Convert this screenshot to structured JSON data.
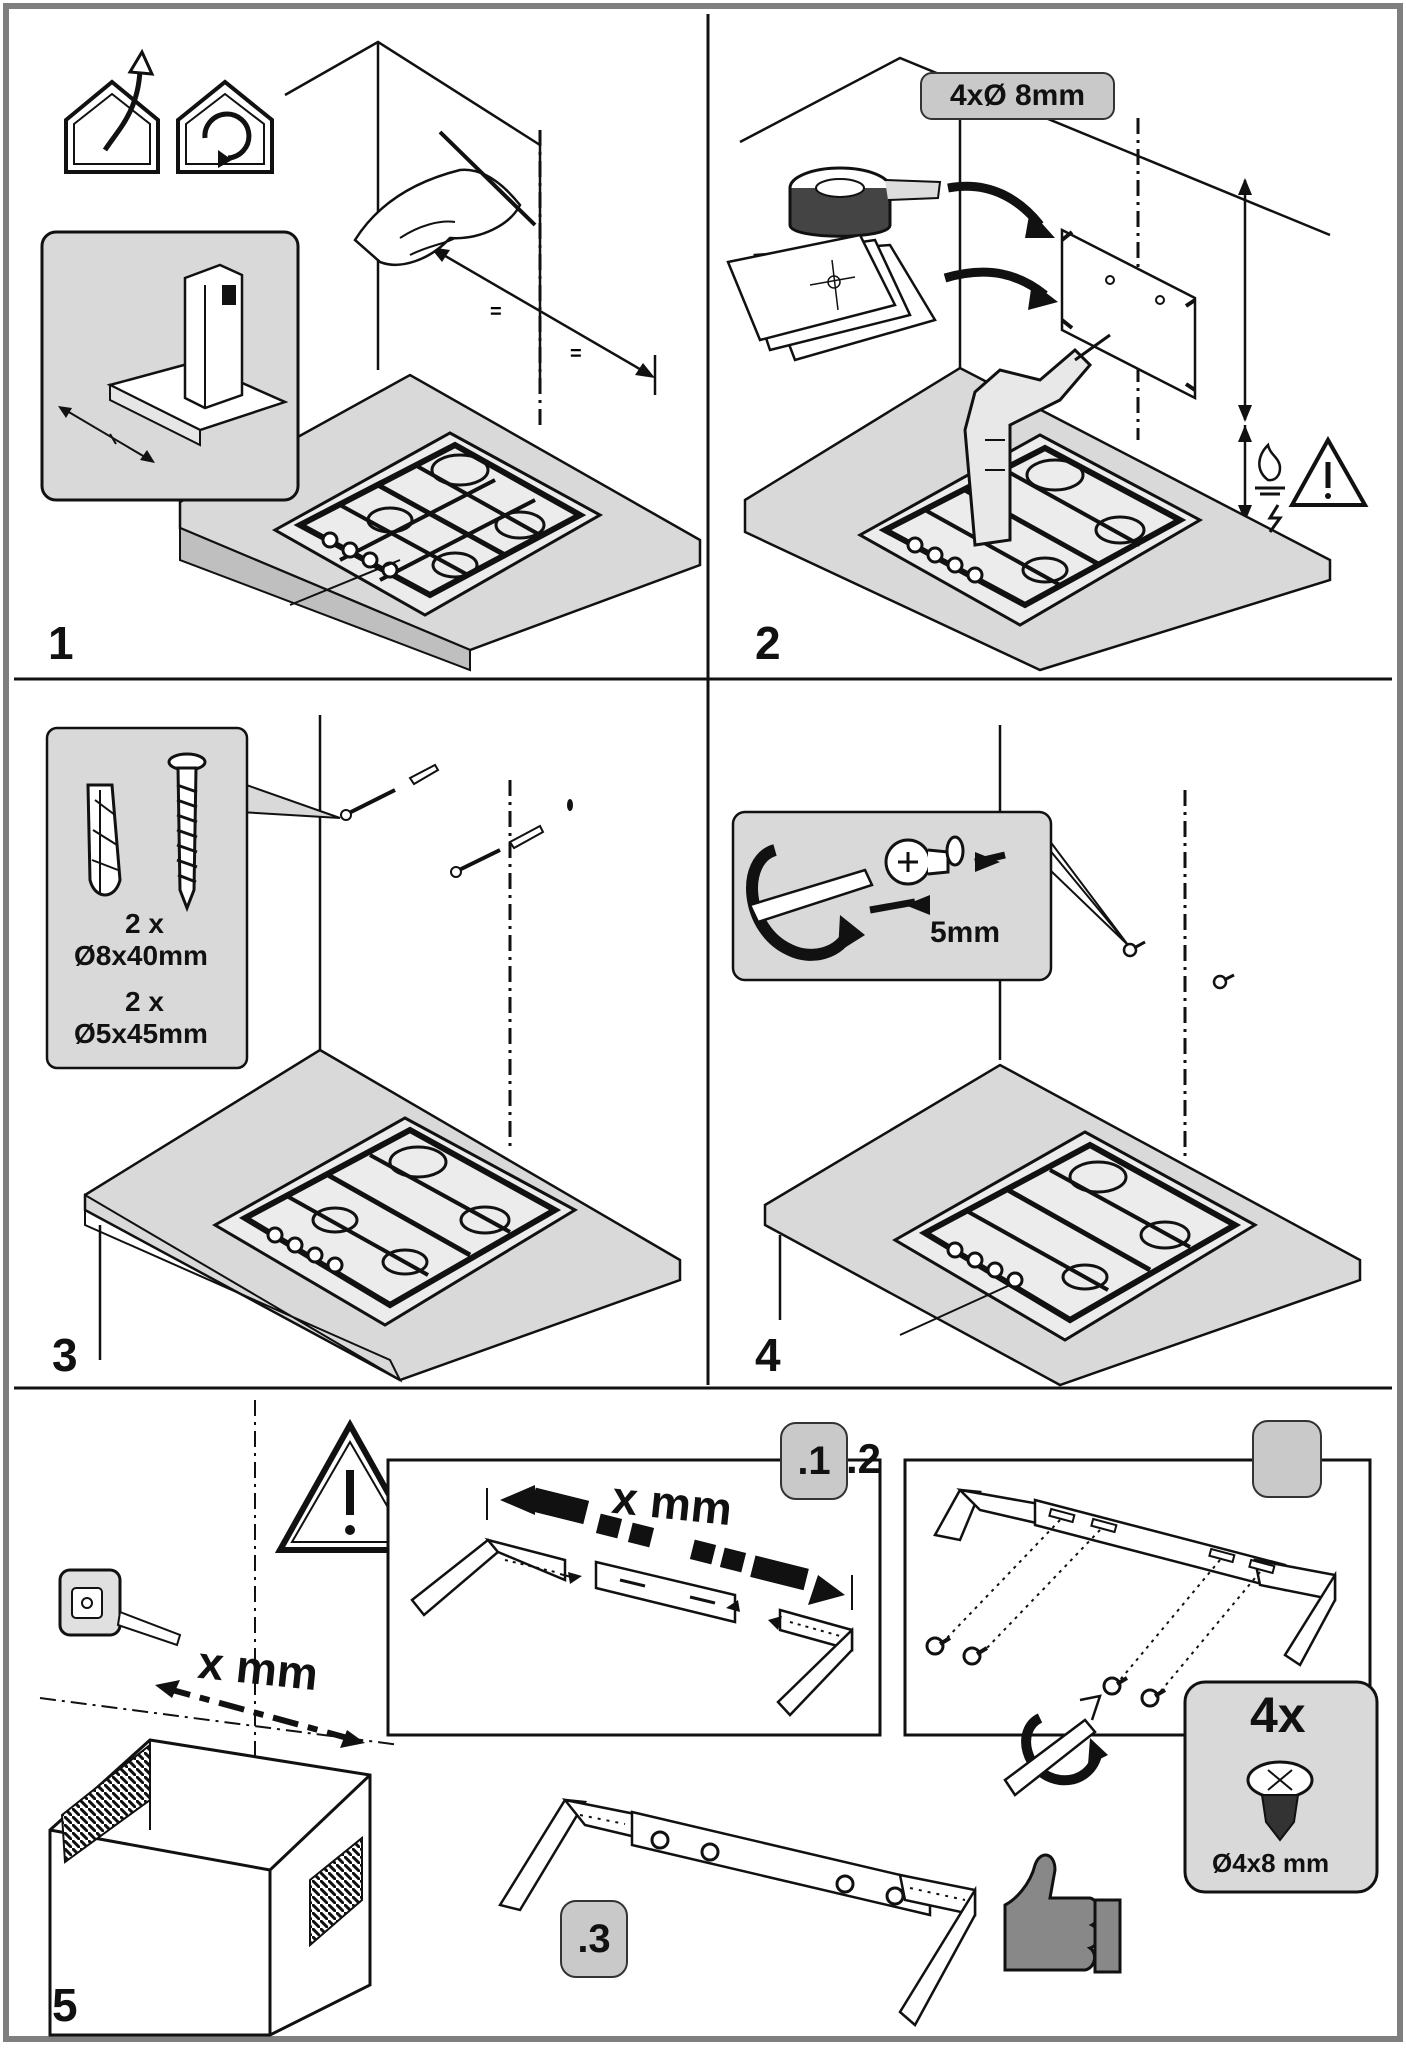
{
  "steps": [
    "1",
    "2",
    "3",
    "4",
    "5"
  ],
  "panel2": {
    "drill_spec": "4xØ 8mm"
  },
  "panel3": {
    "plug_qty": "2 x",
    "plug_size": "Ø8x40mm",
    "screw_qty": "2 x",
    "screw_size": "Ø5x45mm"
  },
  "panel4": {
    "gap": "5mm"
  },
  "panel5": {
    "measure_label": "x mm",
    "sub1": ".1",
    "sub2": ".2",
    "sub3": ".3",
    "bracket_measure": "x mm",
    "screw_count": "4x",
    "screw_size": "Ø4x8 mm"
  },
  "colors": {
    "border": "#7f7f7f",
    "ink": "#111111",
    "panel_gray": "#d9d9d9",
    "badge": "#c9c9c9"
  },
  "icons": [
    "house-exhaust-icon",
    "house-recirculation-icon",
    "warning-icon",
    "gas-flame-icon",
    "electric-hazard-icon",
    "thumbs-up-icon",
    "tape-measure-icon"
  ]
}
